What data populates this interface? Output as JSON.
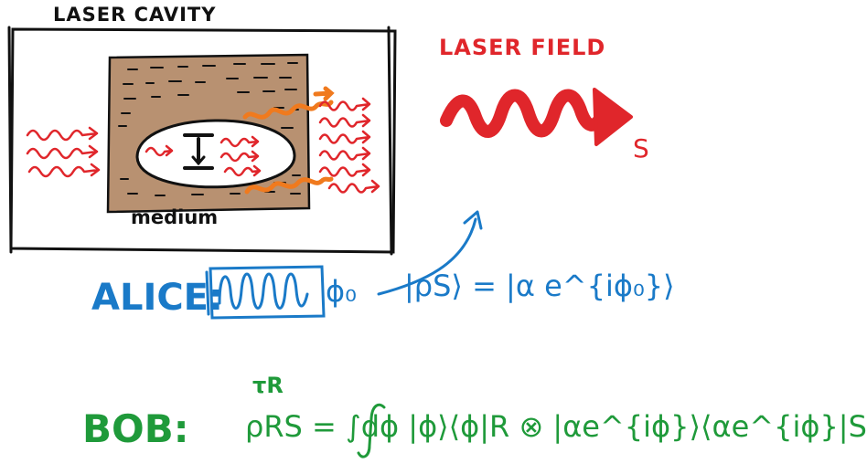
{
  "labels": {
    "laser_cavity": "LASER CAVITY",
    "medium": "medium",
    "laser_field": "LASER FIELD",
    "s": "S",
    "alice": "ALICE:",
    "phi0": "ϕ₀",
    "state": "|ρS⟩ = |α e^{iϕ₀}⟩",
    "tau": "τR",
    "bob": "BOB:",
    "rho_formula": "ρRS = ∫dϕ |ϕ⟩⟨ϕ|R ⊗ |αe^{iϕ}⟩⟨αe^{iϕ}|S"
  },
  "colors": {
    "ink": "#111111",
    "red": "#e0262b",
    "orange": "#f07a1e",
    "brown": "#b89171",
    "blue": "#1a7ac8",
    "green": "#1f9a3a"
  }
}
